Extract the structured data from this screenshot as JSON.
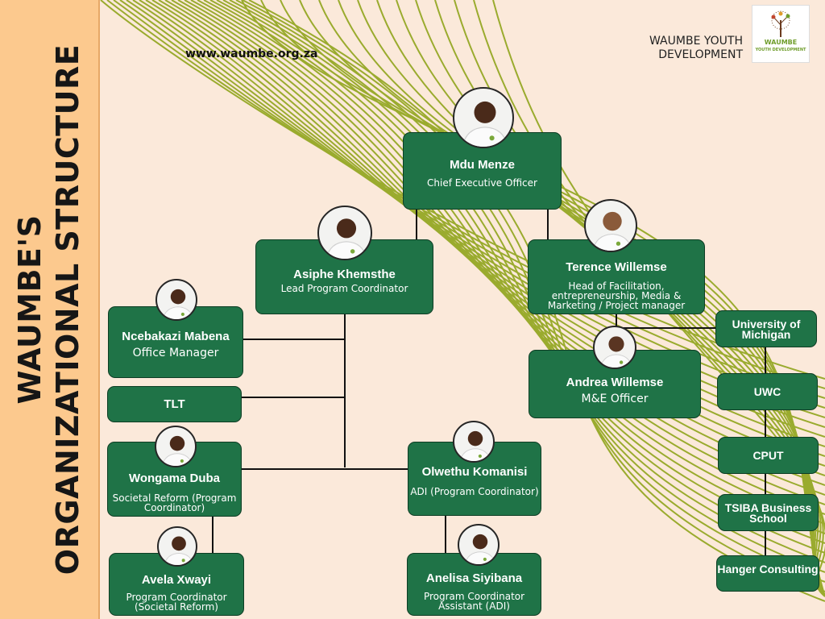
{
  "header": {
    "url": "www.waumbe.org.za",
    "brand_name": "WAUMBE YOUTH DEVELOPMENT",
    "logo_text": "WAUMBE",
    "logo_subtext": "YOUTH DEVELOPMENT"
  },
  "sidebar": {
    "title_line1": "WAUMBE'S",
    "title_line2": "ORGANIZATIONAL STRUCTURE"
  },
  "colors": {
    "sidebar_bg": "#fcc98e",
    "page_bg": "#fbe9da",
    "box_green": "#1f7347",
    "line_olive": "#9aab2e"
  },
  "nodes": {
    "ceo": {
      "name": "Mdu Menze",
      "role": "Chief Executive Officer"
    },
    "lead": {
      "name": "Asiphe Khemsthe",
      "role": "Lead Program Coordinator"
    },
    "head": {
      "name": "Terence Willemse",
      "role": "Head of Facilitation, entrepreneurship, Media & Marketing / Project manager"
    },
    "office": {
      "name": "Ncebakazi Mabena",
      "role": "Office Manager"
    },
    "tlt": {
      "name": "TLT"
    },
    "me": {
      "name": "Andrea Willemse",
      "role": "M&E Officer"
    },
    "wongama": {
      "name": "Wongama Duba",
      "role": "Societal Reform (Program Coordinator)"
    },
    "olwethu": {
      "name": "Olwethu Komanisi",
      "role": "ADI (Program Coordinator)"
    },
    "avela": {
      "name": "Avela Xwayi",
      "role": "Program Coordinator (Societal Reform)"
    },
    "anelisa": {
      "name": "Anelisa Siyibana",
      "role": "Program Coordinator Assistant (ADI)"
    }
  },
  "partners": [
    "University of Michigan",
    "UWC",
    "CPUT",
    "TSIBA Business School",
    "Hanger Consulting"
  ]
}
